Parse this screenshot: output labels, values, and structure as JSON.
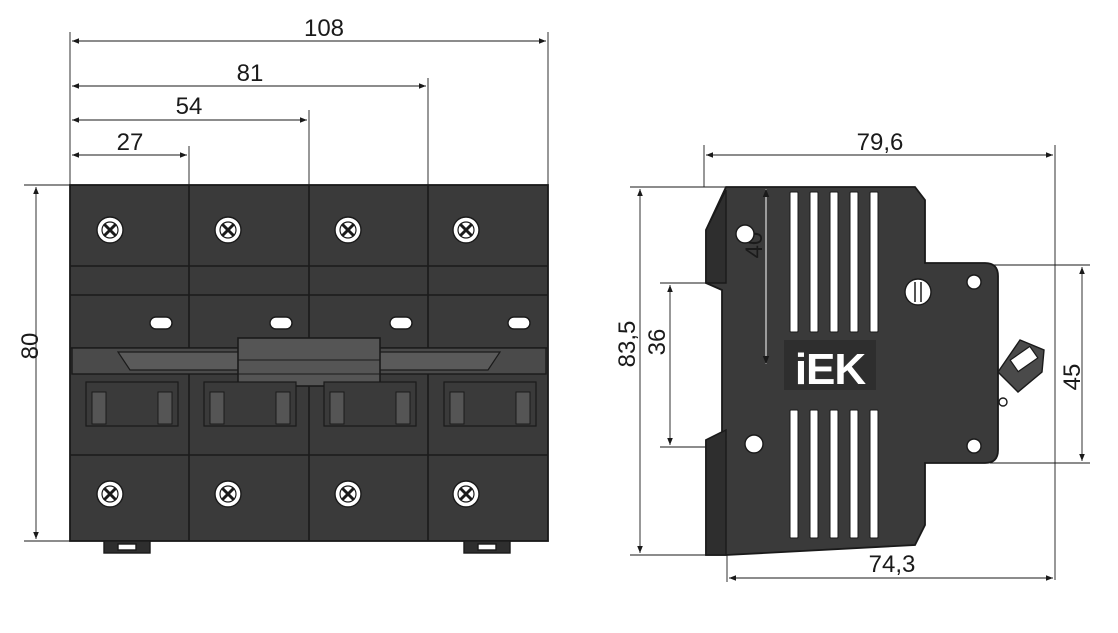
{
  "front_view": {
    "dims": {
      "total_width": "108",
      "pole_3": "81",
      "pole_2": "54",
      "pole_1": "27",
      "height": "80"
    }
  },
  "side_view": {
    "dims": {
      "depth_total": "79,6",
      "height_total": "83,5",
      "terminal_offset": "36",
      "toggle_height": "40",
      "rail_height": "45",
      "depth_base": "74,3"
    },
    "logo": "iEK"
  }
}
